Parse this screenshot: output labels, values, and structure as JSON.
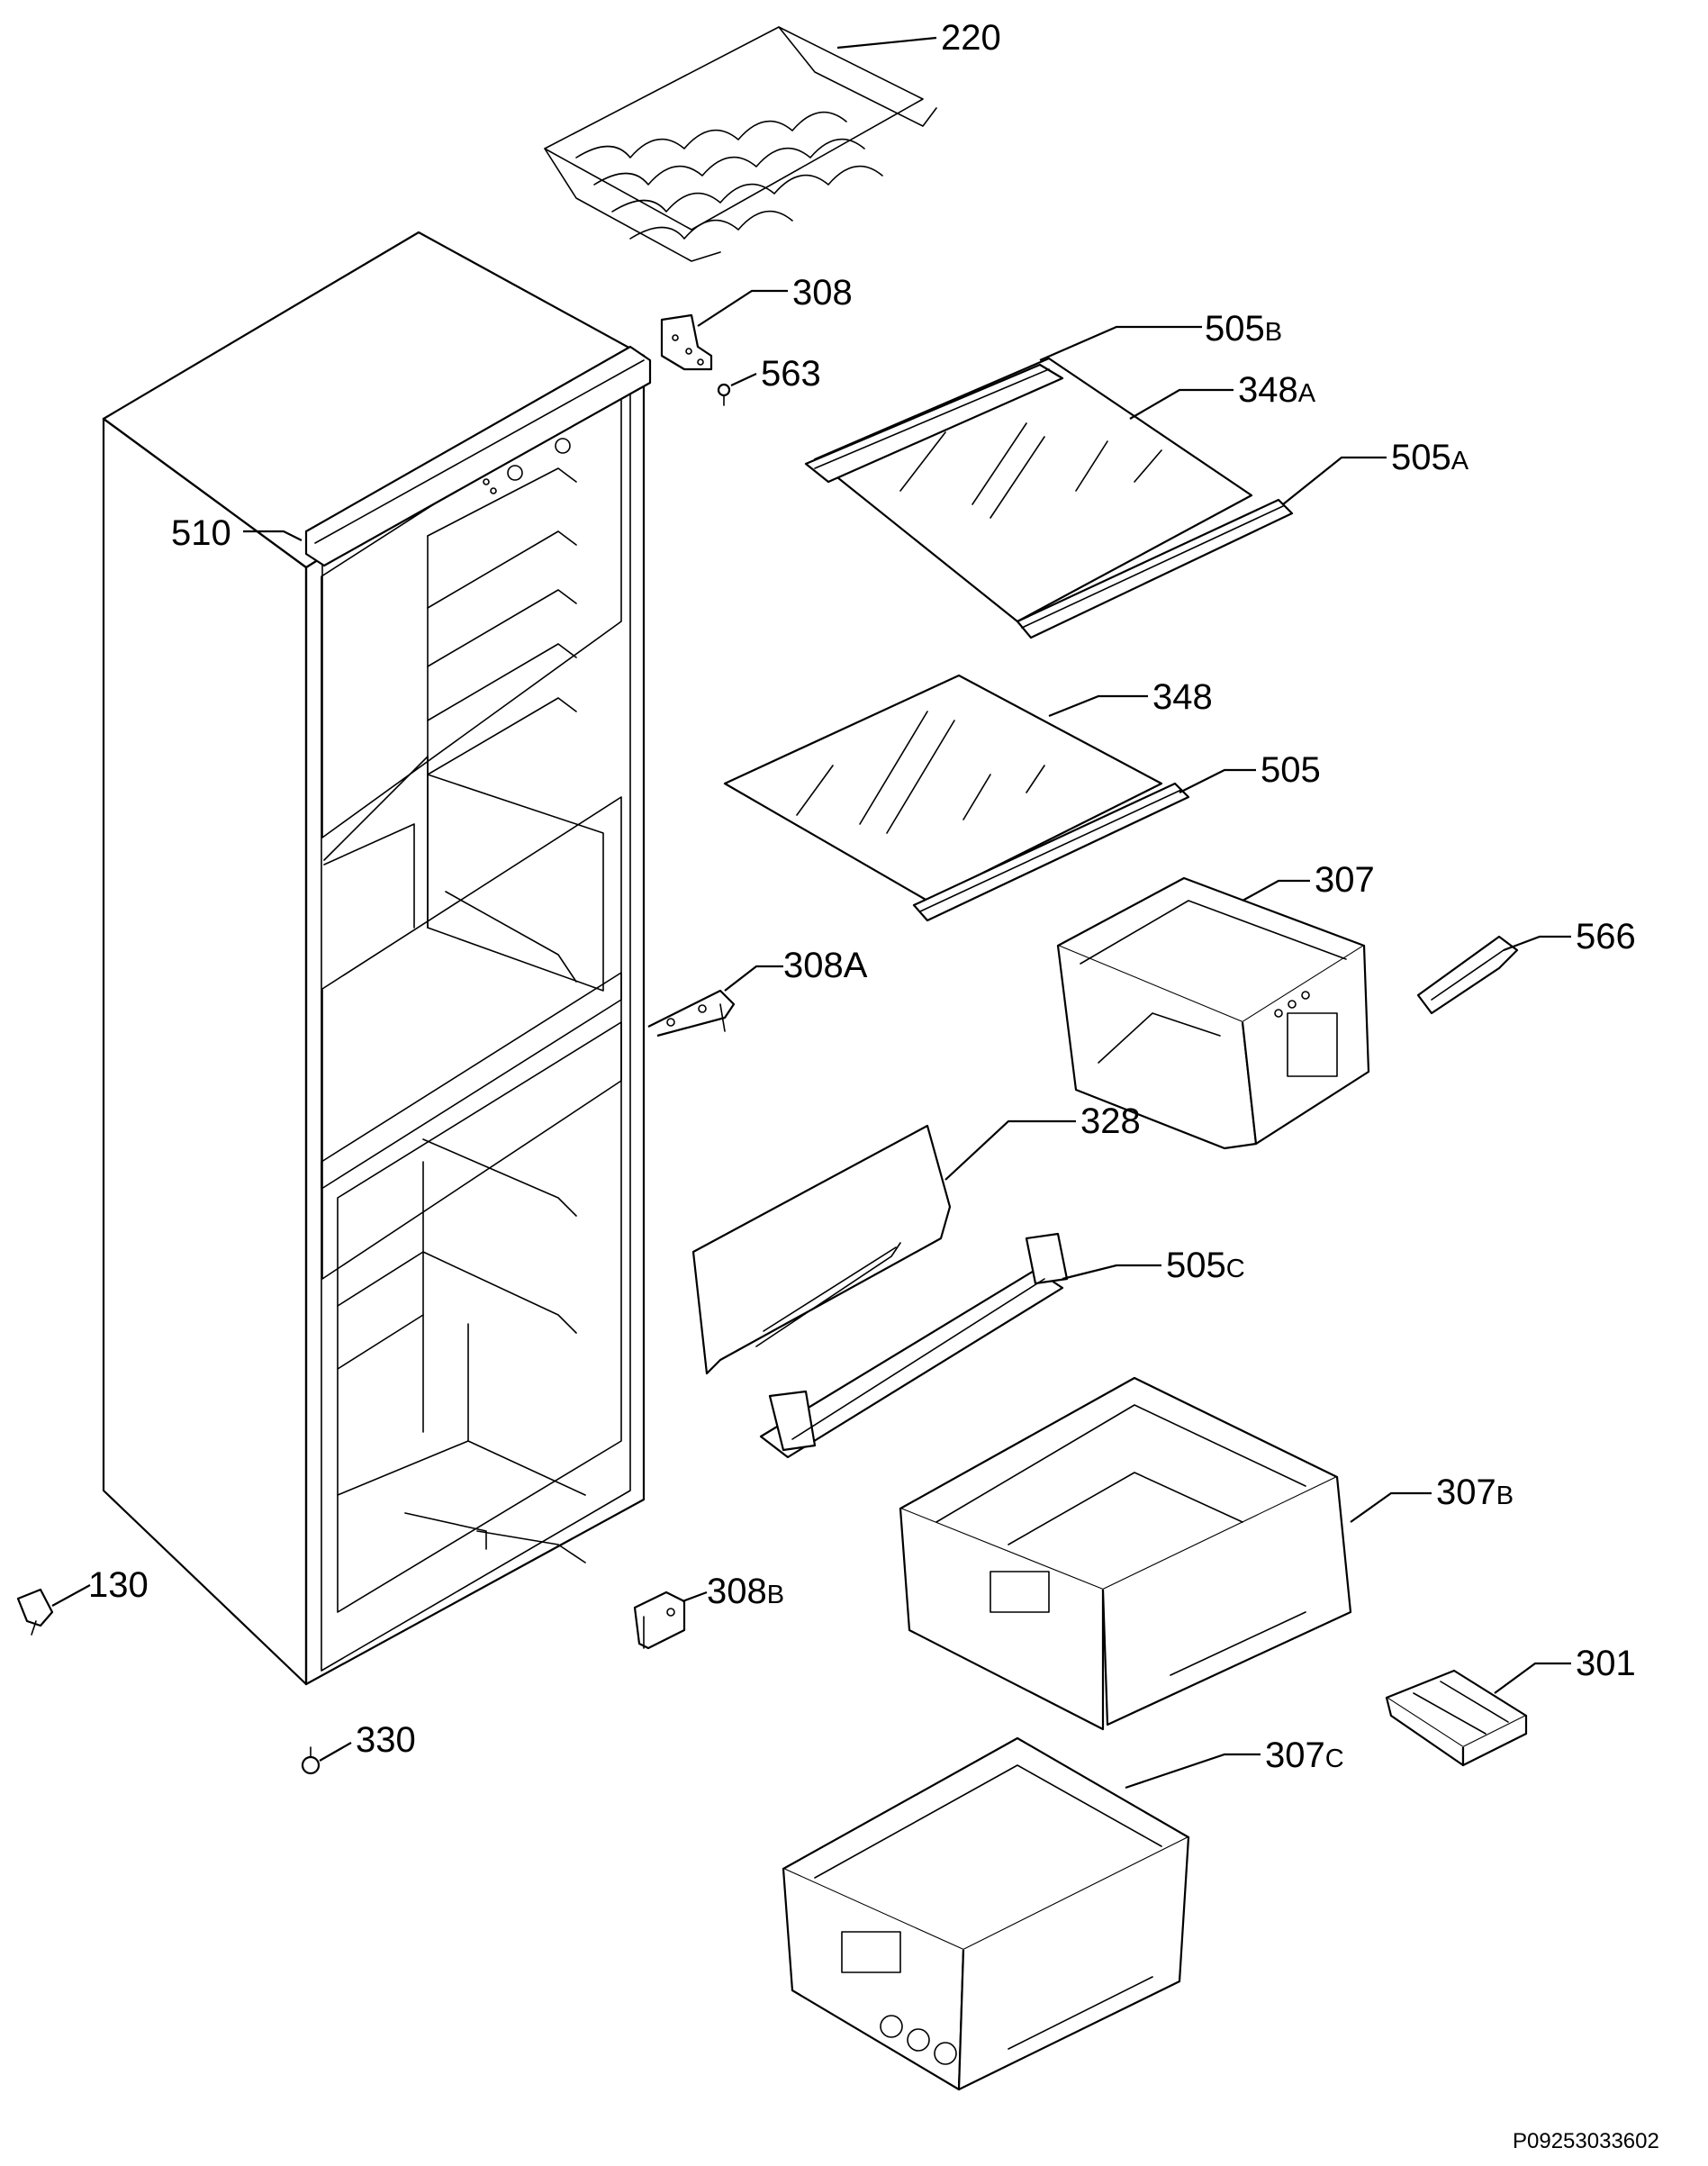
{
  "labels": {
    "p220": {
      "num": "220",
      "suf": ""
    },
    "p308": {
      "num": "308",
      "suf": ""
    },
    "p505b": {
      "num": "505",
      "suf": "B"
    },
    "p563": {
      "num": "563",
      "suf": ""
    },
    "p348a": {
      "num": "348",
      "suf": "A"
    },
    "p505a": {
      "num": "505",
      "suf": "A"
    },
    "p510": {
      "num": "510",
      "suf": ""
    },
    "p348": {
      "num": "348",
      "suf": ""
    },
    "p505": {
      "num": "505",
      "suf": ""
    },
    "p307": {
      "num": "307",
      "suf": ""
    },
    "p566": {
      "num": "566",
      "suf": ""
    },
    "p308a": {
      "num": "308A",
      "suf": ""
    },
    "p328": {
      "num": "328",
      "suf": ""
    },
    "p505c": {
      "num": "505",
      "suf": "C"
    },
    "p307b": {
      "num": "307",
      "suf": "B"
    },
    "p130": {
      "num": "130",
      "suf": ""
    },
    "p308b": {
      "num": "308",
      "suf": "B"
    },
    "p301": {
      "num": "301",
      "suf": ""
    },
    "p330": {
      "num": "330",
      "suf": ""
    },
    "p307c": {
      "num": "307",
      "suf": "C"
    }
  },
  "drawing_code": "P09253033602"
}
